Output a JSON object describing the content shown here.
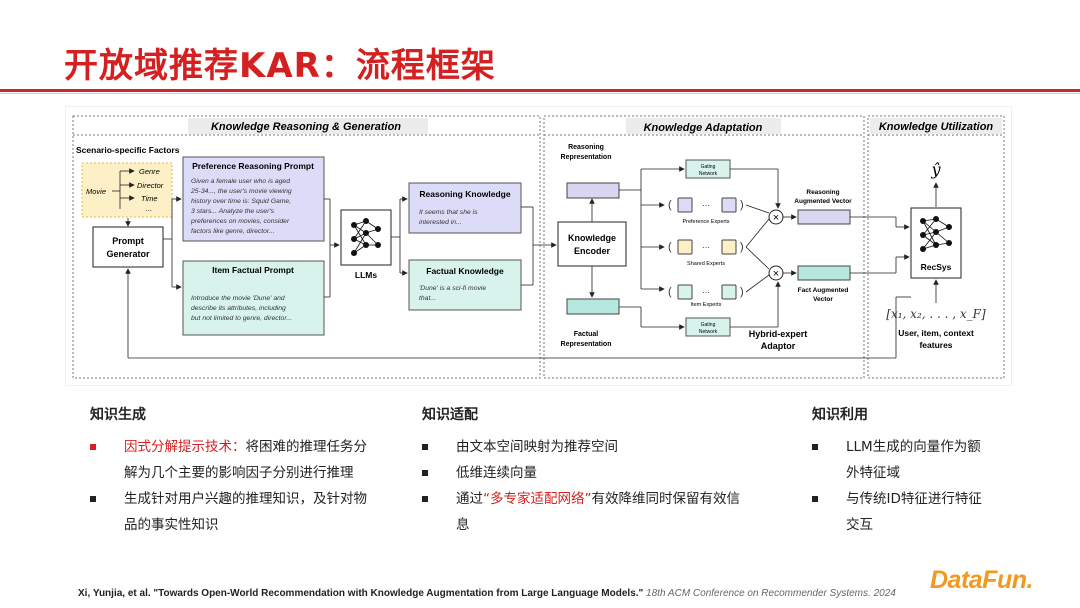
{
  "title": "开放域推荐KAR：流程框架",
  "figure": {
    "sections": {
      "krg": "Knowledge Reasoning & Generation",
      "ka": "Knowledge Adaptation",
      "ku": "Knowledge Utilization"
    },
    "scenario_factors": "Scenario-specific Factors",
    "movie": "Movie",
    "factors": [
      "Genre",
      "Director",
      "Time",
      "..."
    ],
    "prompt_generator": [
      "Prompt",
      "Generator"
    ],
    "pref_prompt": {
      "title": "Preference Reasoning Prompt",
      "text": [
        "Given a female user who is aged",
        "25-34..., the user's movie viewing",
        "history over time is: Squid Game,",
        "3 stars... Analyze the user's",
        "preferences on movies, consider",
        "factors like genre, director..."
      ]
    },
    "fact_prompt": {
      "title": "Item Factual Prompt",
      "text": [
        "Introduce the movie 'Dune' and",
        "describe its attributes, including",
        "but not limited to genre, director..."
      ]
    },
    "llms": "LLMs",
    "reasoning_knowledge": {
      "title": "Reasoning Knowledge",
      "text": [
        "It seems that she is",
        "interested in..."
      ]
    },
    "factual_knowledge": {
      "title": "Factual Knowledge",
      "text": [
        "'Dune' is a sci-fi movie",
        "that..."
      ]
    },
    "reasoning_repr": [
      "Reasoning",
      "Representation"
    ],
    "factual_repr": [
      "Factual",
      "Representation"
    ],
    "knowledge_encoder": [
      "Knowledge",
      "Encoder"
    ],
    "gating_network": [
      "Gating",
      "Network"
    ],
    "preference_experts": "Preference Experts",
    "shared_experts": "Shared Experts",
    "item_experts": "Item Experts",
    "ellipsis": "···",
    "hybrid_adaptor": [
      "Hybrid-expert",
      "Adaptor"
    ],
    "reasoning_aug": [
      "Reasoning",
      "Augmented Vector"
    ],
    "fact_aug": [
      "Fact Augmented",
      "Vector"
    ],
    "y_hat": "ŷ",
    "recsys": "RecSys",
    "features_math": "[x₁, x₂, . . . , x_F]",
    "features_label": [
      "User, item, context",
      "features"
    ],
    "colors": {
      "purple_fill": "#dcdcf8",
      "green_fill": "#d7f3ec",
      "yellow_fill": "#fdf0c6",
      "teal_fill": "#b7e8df",
      "lavender_fill": "#d8d6f0"
    }
  },
  "columns": [
    {
      "head": "知识生成",
      "items": [
        {
          "red": true,
          "hl": "因式分解提示技术：",
          "text": "将困难的推理任务分",
          "cont": "解为几个主要的影响因子分别进行推理"
        },
        {
          "red": false,
          "hl": "",
          "text": "生成针对用户兴趣的推理知识，及针对物",
          "cont": "品的事实性知识"
        }
      ]
    },
    {
      "head": "知识适配",
      "items": [
        {
          "red": false,
          "hl": "",
          "text": "由文本空间映射为推荐空间",
          "cont": ""
        },
        {
          "red": false,
          "hl": "",
          "text": "低维连续向量",
          "cont": ""
        },
        {
          "red": false,
          "hl": "",
          "pre": "通过",
          "hl2": "“多专家适配网络”",
          "text": "有效降维同时保留有效信",
          "cont": "息"
        }
      ]
    },
    {
      "head": "知识利用",
      "items": [
        {
          "red": false,
          "hl": "",
          "text": "LLM生成的向量作为额",
          "cont": "外特征域"
        },
        {
          "red": false,
          "hl": "",
          "text": "与传统ID特征进行特征",
          "cont": "交互"
        }
      ]
    }
  ],
  "reference": {
    "authors": "Xi, Yunjia, et al. \"Towards Open-World Recommendation with Knowledge Augmentation from Large Language Models.\"",
    "venue": " 18th ACM Conference on Recommender Systems. 2024"
  },
  "logo": "DataFun."
}
